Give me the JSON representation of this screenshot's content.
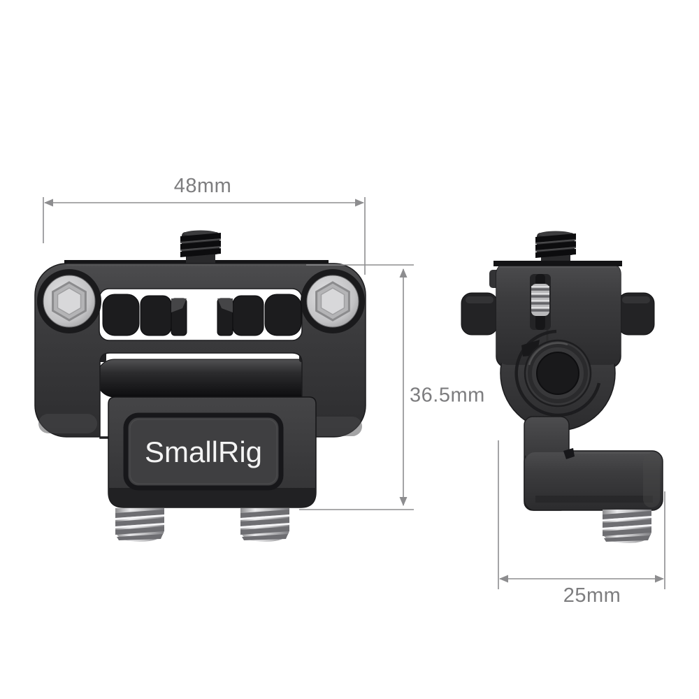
{
  "product": {
    "brand": "SmallRig",
    "item": "tilting-monitor-mount",
    "views": [
      "front",
      "side"
    ]
  },
  "dimensions": {
    "width_label": "48mm",
    "height_label": "36.5mm",
    "depth_label": "25mm"
  },
  "colors": {
    "background": "#ffffff",
    "dimension_line": "#8d8d8f",
    "dimension_text": "#7d7d7f",
    "body_gray": "#3c3c3e",
    "body_dark": "#1b1b1d",
    "rubber_black": "#1e1e20",
    "screw_silver": "#c9c9cb",
    "logo_text": "#f4f4f4"
  }
}
